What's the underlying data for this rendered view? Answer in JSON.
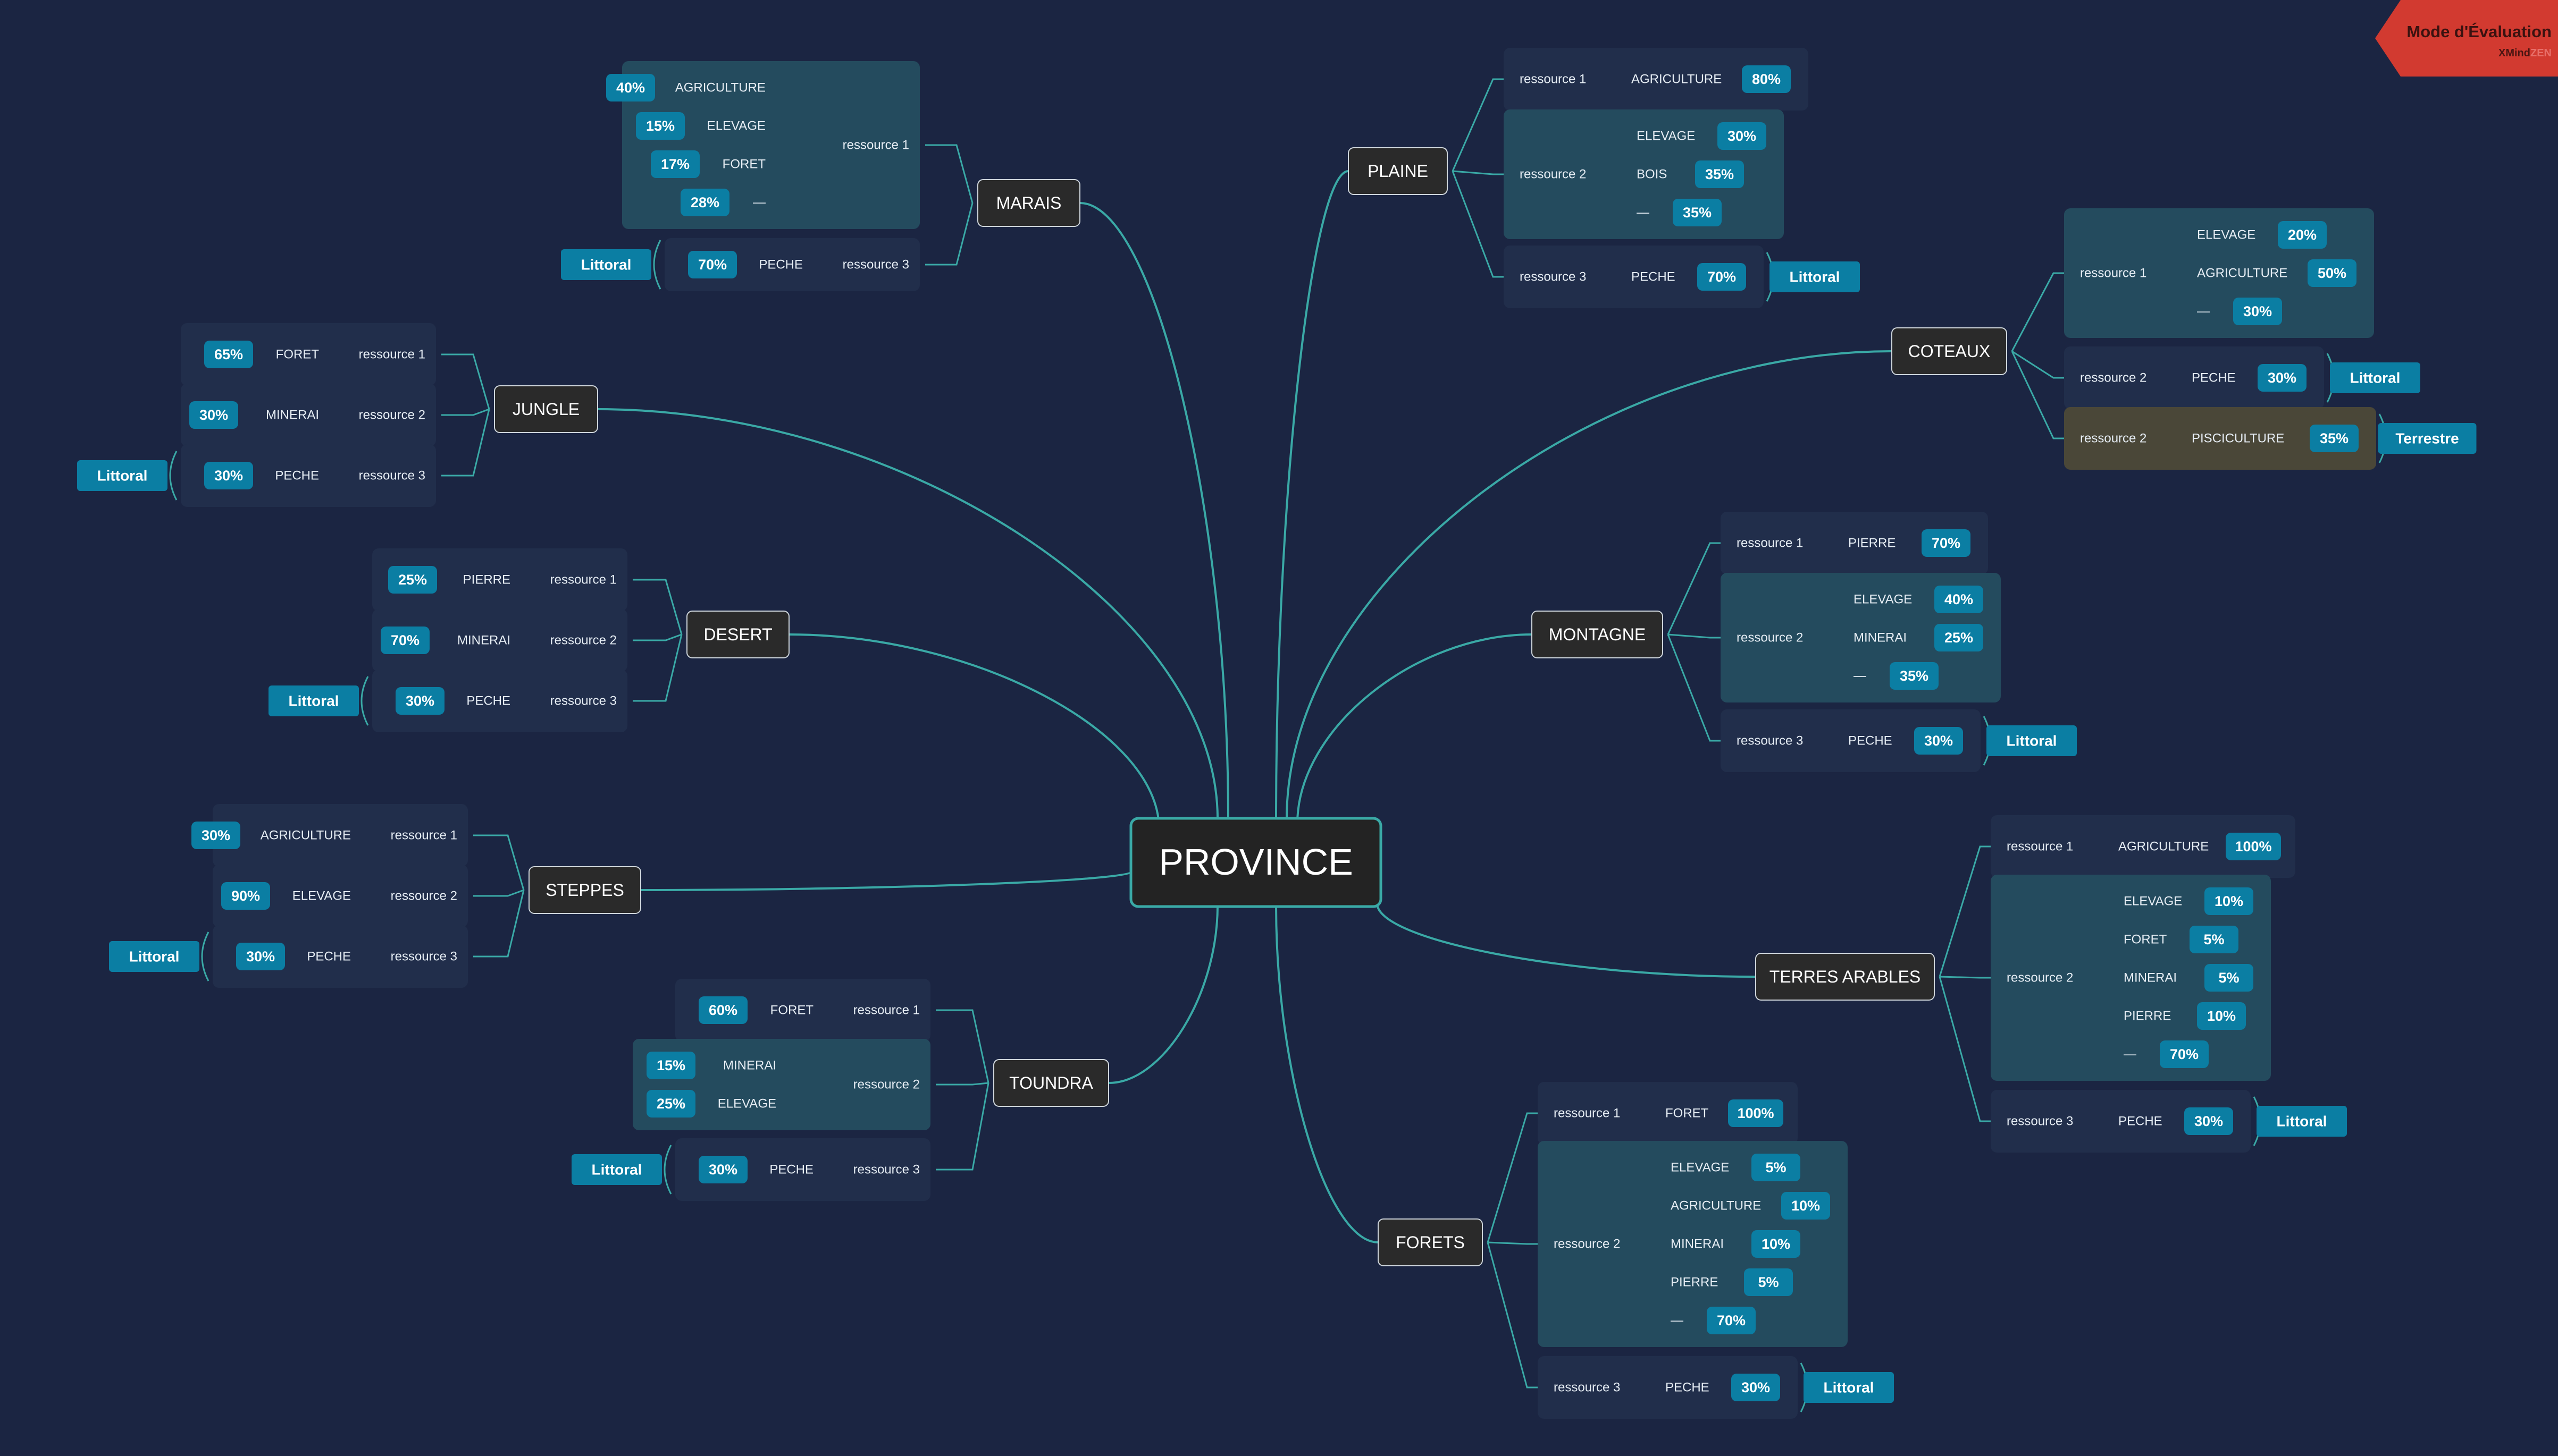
{
  "colors": {
    "background": "#1b2542",
    "line": "#3aa9a6",
    "group": "#244b5e",
    "row": "#212e4b",
    "pill": "#0b7ea3",
    "node": "#2a2a2a",
    "badge": "#d23a30",
    "pisciculture": "#4a4738"
  },
  "badge": {
    "title": "Mode d'Évaluation",
    "brand": "XMind",
    "suffix": "ZEN"
  },
  "central": {
    "label": "PROVINCE"
  },
  "branches": [
    {
      "name": "MARAIS",
      "groups": [
        {
          "resource": "ressource 1",
          "items": [
            {
              "label": "AGRICULTURE",
              "value": "40%"
            },
            {
              "label": "ELEVAGE",
              "value": "15%"
            },
            {
              "label": "FORET",
              "value": "17%"
            },
            {
              "label": "—",
              "value": "28%"
            }
          ]
        },
        {
          "resource": "ressource 3",
          "items": [
            {
              "label": "PECHE",
              "value": "70%"
            }
          ],
          "tag": "Littoral"
        }
      ]
    },
    {
      "name": "JUNGLE",
      "groups": [
        {
          "resource": "ressource 1",
          "items": [
            {
              "label": "FORET",
              "value": "65%"
            }
          ]
        },
        {
          "resource": "ressource 2",
          "items": [
            {
              "label": "MINERAI",
              "value": "30%"
            }
          ]
        },
        {
          "resource": "ressource 3",
          "items": [
            {
              "label": "PECHE",
              "value": "30%"
            }
          ],
          "tag": "Littoral"
        }
      ]
    },
    {
      "name": "DESERT",
      "groups": [
        {
          "resource": "ressource 1",
          "items": [
            {
              "label": "PIERRE",
              "value": "25%"
            }
          ]
        },
        {
          "resource": "ressource 2",
          "items": [
            {
              "label": "MINERAI",
              "value": "70%"
            }
          ]
        },
        {
          "resource": "ressource 3",
          "items": [
            {
              "label": "PECHE",
              "value": "30%"
            }
          ],
          "tag": "Littoral"
        }
      ]
    },
    {
      "name": "STEPPES",
      "groups": [
        {
          "resource": "ressource 1",
          "items": [
            {
              "label": "AGRICULTURE",
              "value": "30%"
            }
          ]
        },
        {
          "resource": "ressource 2",
          "items": [
            {
              "label": "ELEVAGE",
              "value": "90%"
            }
          ]
        },
        {
          "resource": "ressource 3",
          "items": [
            {
              "label": "PECHE",
              "value": "30%"
            }
          ],
          "tag": "Littoral"
        }
      ]
    },
    {
      "name": "TOUNDRA",
      "groups": [
        {
          "resource": "ressource 1",
          "items": [
            {
              "label": "FORET",
              "value": "60%"
            }
          ]
        },
        {
          "resource": "ressource 2",
          "items": [
            {
              "label": "MINERAI",
              "value": "15%"
            },
            {
              "label": "ELEVAGE",
              "value": "25%"
            }
          ]
        },
        {
          "resource": "ressource 3",
          "items": [
            {
              "label": "PECHE",
              "value": "30%"
            }
          ],
          "tag": "Littoral"
        }
      ]
    },
    {
      "name": "PLAINE",
      "groups": [
        {
          "resource": "ressource 1",
          "items": [
            {
              "label": "AGRICULTURE",
              "value": "80%"
            }
          ]
        },
        {
          "resource": "ressource 2",
          "items": [
            {
              "label": "ELEVAGE",
              "value": "30%"
            },
            {
              "label": "BOIS",
              "value": "35%"
            },
            {
              "label": "—",
              "value": "35%"
            }
          ]
        },
        {
          "resource": "ressource 3",
          "items": [
            {
              "label": "PECHE",
              "value": "70%"
            }
          ],
          "tag": "Littoral"
        }
      ]
    },
    {
      "name": "COTEAUX",
      "groups": [
        {
          "resource": "ressource 1",
          "items": [
            {
              "label": "ELEVAGE",
              "value": "20%"
            },
            {
              "label": "AGRICULTURE",
              "value": "50%"
            },
            {
              "label": "—",
              "value": "30%"
            }
          ]
        },
        {
          "resource": "ressource 2",
          "items": [
            {
              "label": "PECHE",
              "value": "30%"
            }
          ],
          "tag": "Littoral"
        },
        {
          "resource": "ressource 2",
          "items": [
            {
              "label": "PISCICULTURE",
              "value": "35%"
            }
          ],
          "tag": "Terrestre"
        }
      ]
    },
    {
      "name": "MONTAGNE",
      "groups": [
        {
          "resource": "ressource 1",
          "items": [
            {
              "label": "PIERRE",
              "value": "70%"
            }
          ]
        },
        {
          "resource": "ressource 2",
          "items": [
            {
              "label": "ELEVAGE",
              "value": "40%"
            },
            {
              "label": "MINERAI",
              "value": "25%"
            },
            {
              "label": "—",
              "value": "35%"
            }
          ]
        },
        {
          "resource": "ressource 3",
          "items": [
            {
              "label": "PECHE",
              "value": "30%"
            }
          ],
          "tag": "Littoral"
        }
      ]
    },
    {
      "name": "TERRES ARABLES",
      "groups": [
        {
          "resource": "ressource 1",
          "items": [
            {
              "label": "AGRICULTURE",
              "value": "100%"
            }
          ]
        },
        {
          "resource": "ressource 2",
          "items": [
            {
              "label": "ELEVAGE",
              "value": "10%"
            },
            {
              "label": "FORET",
              "value": "5%"
            },
            {
              "label": "MINERAI",
              "value": "5%"
            },
            {
              "label": "PIERRE",
              "value": "10%"
            },
            {
              "label": "—",
              "value": "70%"
            }
          ]
        },
        {
          "resource": "ressource 3",
          "items": [
            {
              "label": "PECHE",
              "value": "30%"
            }
          ],
          "tag": "Littoral"
        }
      ]
    },
    {
      "name": "FORETS",
      "groups": [
        {
          "resource": "ressource 1",
          "items": [
            {
              "label": "FORET",
              "value": "100%"
            }
          ]
        },
        {
          "resource": "ressource 2",
          "items": [
            {
              "label": "ELEVAGE",
              "value": "5%"
            },
            {
              "label": "AGRICULTURE",
              "value": "10%"
            },
            {
              "label": "MINERAI",
              "value": "10%"
            },
            {
              "label": "PIERRE",
              "value": "5%"
            },
            {
              "label": "—",
              "value": "70%"
            }
          ]
        },
        {
          "resource": "ressource 3",
          "items": [
            {
              "label": "PECHE",
              "value": "30%"
            }
          ],
          "tag": "Littoral"
        }
      ]
    }
  ]
}
